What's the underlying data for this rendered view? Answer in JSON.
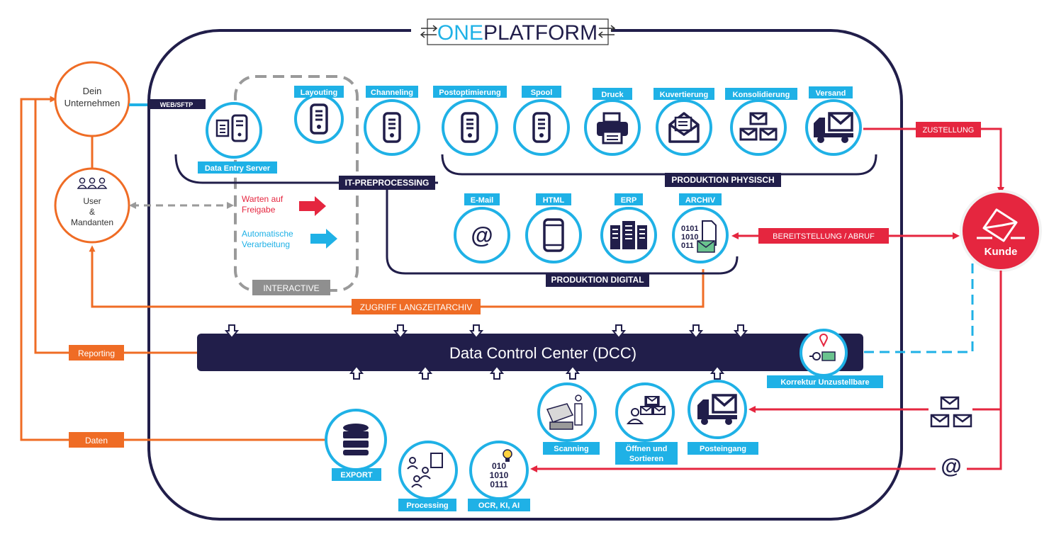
{
  "title": {
    "prefix": "ONE",
    "suffix": "PLATFORM"
  },
  "colors": {
    "navy": "#211e4a",
    "blue": "#1fb1e6",
    "orange": "#ef6c25",
    "red": "#e5263f",
    "gray": "#9a9a9a"
  },
  "left_nodes": {
    "company": [
      "Dein",
      "Unternehmen"
    ],
    "users": [
      "User",
      "&",
      "Mandanten"
    ]
  },
  "labels": {
    "web_sftp": "WEB/SFTP",
    "data_entry": "Data Entry Server",
    "it_preprocessing": "IT-PREPROCESSING",
    "produktion_physisch": "PRODUKTION PHYSISCH",
    "produktion_digital": "PRODUKTION DIGITAL",
    "interactive": "INTERACTIVE",
    "warten": [
      "Warten auf",
      "Freigabe"
    ],
    "automatische": [
      "Automatische",
      "Verarbeitung"
    ],
    "zugriff": "ZUGRIFF LANGZEITARCHIV",
    "reporting": "Reporting",
    "daten": "Daten",
    "zustellung": "ZUSTELLUNG",
    "bereitstellung": "BEREITSTELLUNG / ABRUF",
    "kunde": "Kunde",
    "dcc": "Data Control Center (DCC)",
    "korrektur": "Korrektur Unzustellbare",
    "export": "EXPORT",
    "processing": "Processing",
    "ocr": "OCR, KI, AI",
    "scanning": "Scanning",
    "oeffnen": [
      "Öffnen und",
      "Sortieren"
    ],
    "posteingang": "Posteingang"
  },
  "stages": [
    {
      "label": "Layouting",
      "icon": "server-icon"
    },
    {
      "label": "Channeling",
      "icon": "server-icon"
    },
    {
      "label": "Postoptimierung",
      "icon": "server-icon"
    },
    {
      "label": "Spool",
      "icon": "server-icon"
    },
    {
      "label": "Druck",
      "icon": "printer-icon"
    },
    {
      "label": "Kuvertierung",
      "icon": "envelope-open-icon"
    },
    {
      "label": "Konsolidierung",
      "icon": "envelopes-icon"
    },
    {
      "label": "Versand",
      "icon": "truck-icon"
    }
  ],
  "digital": [
    {
      "label": "E-Mail",
      "icon": "at-icon"
    },
    {
      "label": "HTML",
      "icon": "phone-icon"
    },
    {
      "label": "ERP",
      "icon": "rack-icon"
    },
    {
      "label": "ARCHIV",
      "icon": "archive-icon"
    }
  ],
  "binary": {
    "archiv": [
      "0101",
      "1010",
      "011"
    ],
    "ocr": [
      "010",
      "1010",
      "0111"
    ]
  },
  "at_symbol": "@"
}
